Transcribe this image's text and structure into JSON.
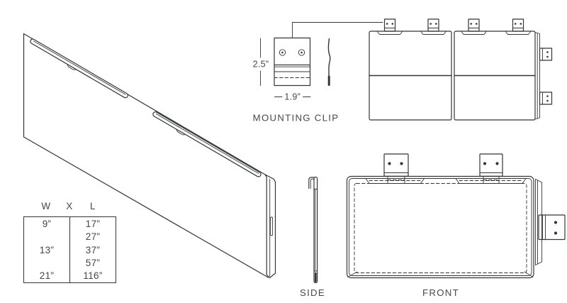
{
  "colors": {
    "line": "#333537",
    "text": "#45484a",
    "background": "#ffffff"
  },
  "views": {
    "mounting_clip": {
      "label": "MOUNTING CLIP",
      "height_dimension": "2.5”",
      "width_dimension": "1.9”"
    },
    "side": {
      "label": "SIDE"
    },
    "front": {
      "label": "FRONT"
    }
  },
  "size_table": {
    "headers": [
      "W",
      "X",
      "L"
    ],
    "rows": [
      {
        "w": "9”",
        "l": "17”"
      },
      {
        "w": "",
        "l": "27”"
      },
      {
        "w": "13”",
        "l": "37”"
      },
      {
        "w": "",
        "l": "57”"
      },
      {
        "w": "21”",
        "l": "116”"
      }
    ]
  }
}
